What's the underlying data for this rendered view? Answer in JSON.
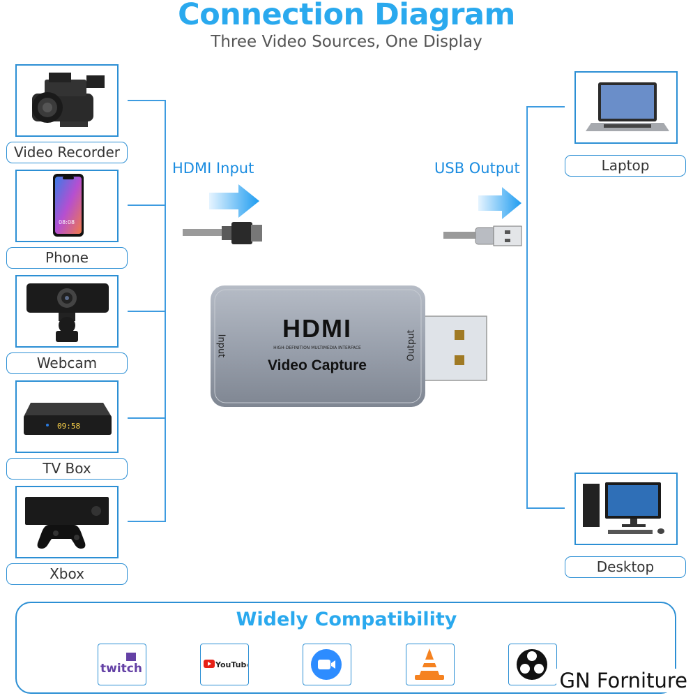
{
  "header": {
    "title": "Connection Diagram",
    "subtitle": "Three Video Sources, One Display"
  },
  "sources": [
    {
      "label": "Video Recorder",
      "icon": "video-recorder-icon"
    },
    {
      "label": "Phone",
      "icon": "phone-icon"
    },
    {
      "label": "Webcam",
      "icon": "webcam-icon"
    },
    {
      "label": "TV Box",
      "icon": "tv-box-icon"
    },
    {
      "label": "Xbox",
      "icon": "xbox-icon"
    }
  ],
  "tvbox_time": "09:58",
  "phone_time": "08:08",
  "outputs": [
    {
      "label": "Laptop",
      "icon": "laptop-icon"
    },
    {
      "label": "Desktop",
      "icon": "desktop-icon"
    }
  ],
  "input_label": "HDMI Input",
  "output_label": "USB Output",
  "device": {
    "brand": "HDMI",
    "tagline": "HIGH-DEFINITION MULTIMEDIA INTERFACE",
    "name": "Video Capture",
    "input_side": "Input",
    "output_side": "Output"
  },
  "compat": {
    "title": "Widely Compatibility",
    "apps": [
      {
        "label": "twitch",
        "icon": "twitch-icon"
      },
      {
        "label": "YouTube",
        "icon": "youtube-icon"
      },
      {
        "label": "",
        "icon": "zoom-icon"
      },
      {
        "label": "",
        "icon": "vlc-icon"
      },
      {
        "label": "",
        "icon": "obs-icon"
      }
    ]
  },
  "watermark": "GN Forniture",
  "colors": {
    "accent": "#2aa9ee",
    "line": "#3d9be0",
    "border": "#2c8fd4"
  }
}
